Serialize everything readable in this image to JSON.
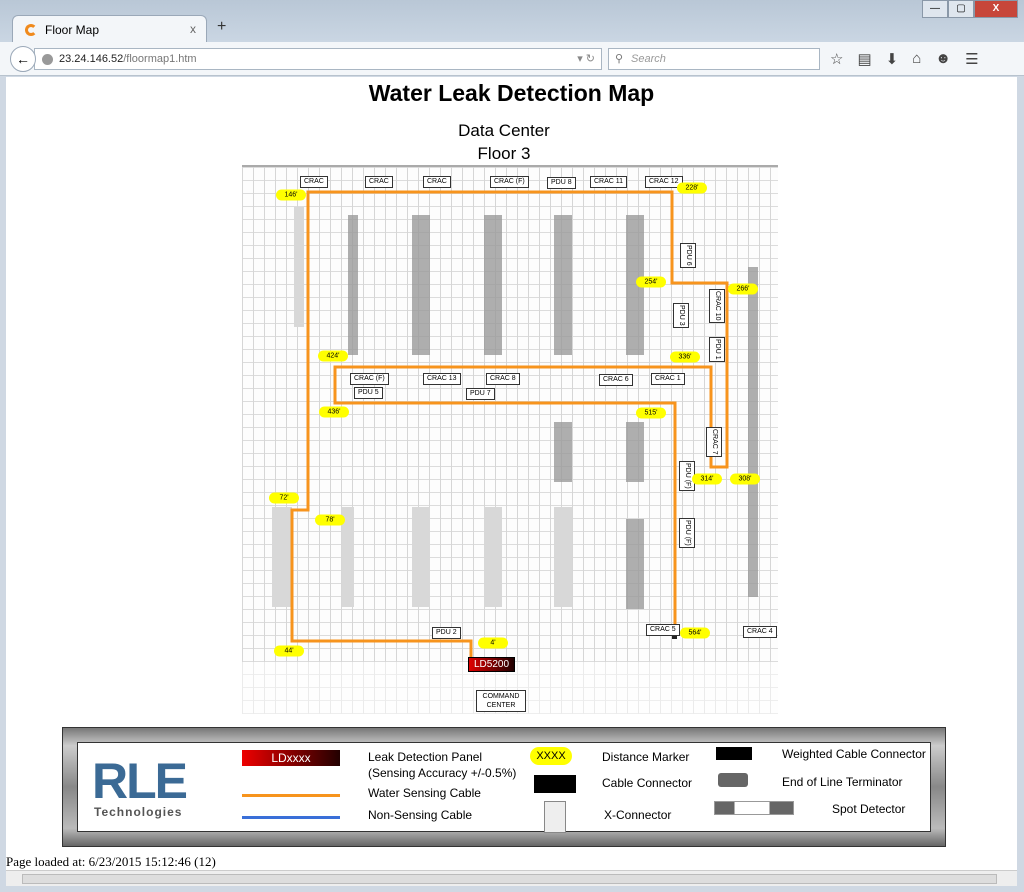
{
  "browser": {
    "tab_title": "Floor Map",
    "url_host": "23.24.146.52",
    "url_path": "/floormap1.htm",
    "search_placeholder": "Search",
    "new_tab": "+",
    "close_tab": "x"
  },
  "page": {
    "title": "Water Leak Detection Map",
    "subtitle1": "Data Center",
    "subtitle2": "Floor 3",
    "footer": "Page loaded at: 6/23/2015 15:12:46 (12)"
  },
  "map": {
    "labels": [
      "CRAC",
      "CRAC",
      "CRAC",
      "CRAC (F)",
      "PDU 8",
      "CRAC 11",
      "CRAC 12",
      "CRAC (F)",
      "PDU 5",
      "CRAC 13",
      "CRAC 8",
      "PDU 7",
      "CRAC 6",
      "CRAC 1",
      "PDU 2",
      "CRAC 5",
      "CRAC 4"
    ],
    "vertical_labels": [
      "PDU 6",
      "PDU 3",
      "CRAC 10",
      "PDU 1",
      "CRAC 7",
      "PDU (F)",
      "PDU (F)"
    ],
    "distance_markers": [
      "146'",
      "228'",
      "254'",
      "266'",
      "424'",
      "336'",
      "436'",
      "515'",
      "314'",
      "308'",
      "72'",
      "78'",
      "44'",
      "4'",
      "564'"
    ],
    "panel": "LD5200",
    "command_center": "COMMAND CENTER",
    "cable_color": "#f7941d"
  },
  "legend": {
    "logo": "RLE",
    "logo_sub": "Technologies",
    "panel_sample": "LDxxxx",
    "panel_label": "Leak Detection Panel",
    "panel_accuracy": "(Sensing Accuracy +/-0.5%)",
    "water_cable": "Water Sensing Cable",
    "non_sensing": "Non-Sensing Cable",
    "marker_sample": "XXXX",
    "marker_label": "Distance Marker",
    "cable_connector": "Cable Connector",
    "x_connector": "X-Connector",
    "weighted": "Weighted Cable Connector",
    "eol": "End of Line Terminator",
    "spot": "Spot Detector",
    "non_sensing_color": "#3a6fd8"
  }
}
